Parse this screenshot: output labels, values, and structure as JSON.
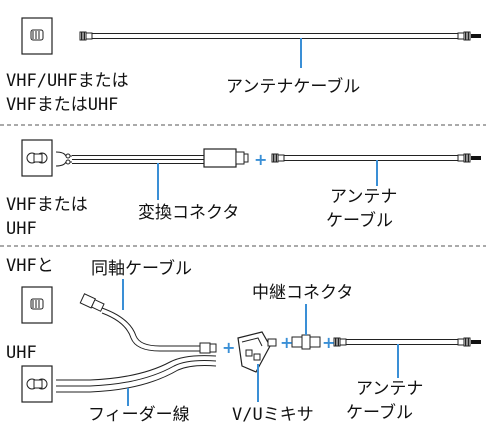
{
  "colors": {
    "accent": "#3a8fd6",
    "line": "#222222",
    "divider": "#555555"
  },
  "section1": {
    "source_line1": "VHF/UHFまたは",
    "source_line2": "VHFまたはUHF",
    "cable_label": "アンテナケーブル"
  },
  "section2": {
    "source_line1": "VHFまたは",
    "source_line2": "UHF",
    "converter_label": "変換コネクタ",
    "cable_line1": "アンテナ",
    "cable_line2": "ケーブル"
  },
  "section3": {
    "vhf_label": "VHFと",
    "coax_label": "同軸ケーブル",
    "uhf_label": "UHF",
    "relay_label": "中継コネクタ",
    "feeder_label": "フィーダー線",
    "mixer_label": "V/Uミキサ",
    "cable_line1": "アンテナ",
    "cable_line2": "ケーブル"
  },
  "plus_sign": "+"
}
